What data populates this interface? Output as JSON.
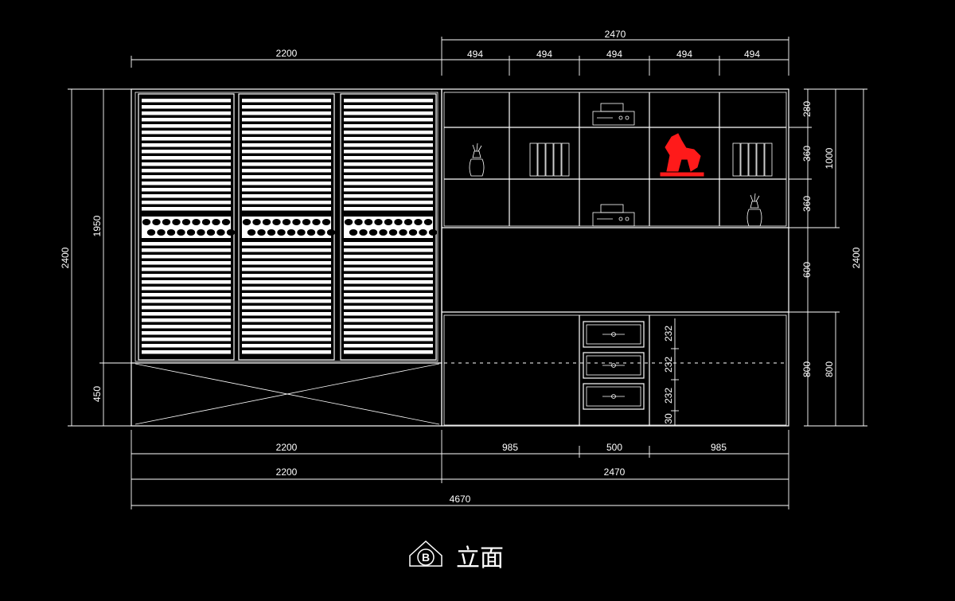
{
  "title": "立面",
  "view_badge": "B",
  "colors": {
    "background": "#000000",
    "lines": "#ffffff",
    "ornament": "#ff1a1a"
  },
  "dimensions": {
    "top_left_width": "2200",
    "top_right_width": "2470",
    "top_bay_1": "494",
    "top_bay_2": "494",
    "top_bay_3": "494",
    "top_bay_4": "494",
    "top_bay_5": "494",
    "left_total_height": "2400",
    "left_upper_height": "1950",
    "left_lower_height": "450",
    "right_row_1": "280",
    "right_row_2": "360",
    "right_row_3": "360",
    "right_group_upper": "1000",
    "right_middle": "600",
    "right_lower": "800",
    "right_lower_outer": "800",
    "right_total_height": "2400",
    "drawer_1": "232",
    "drawer_2": "232",
    "drawer_3": "232",
    "drawer_base": "30",
    "bottom_row1_left": "2200",
    "bottom_row1_mid_left": "985",
    "bottom_row1_mid": "500",
    "bottom_row1_mid_right": "985",
    "bottom_row2_left": "2200",
    "bottom_row2_right": "2470",
    "bottom_total": "4670"
  }
}
